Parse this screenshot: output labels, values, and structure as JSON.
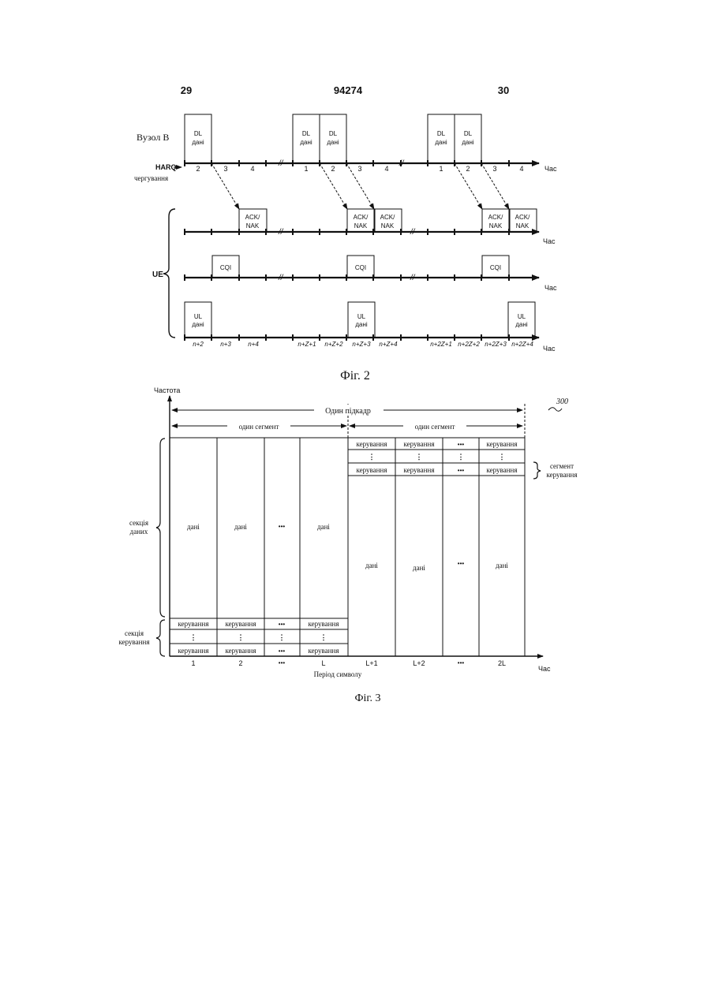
{
  "header": {
    "left_page": "29",
    "patent_no": "94274",
    "right_page": "30"
  },
  "fig2": {
    "node_b_label": "Вузол В",
    "harq_label": "HARQ",
    "interlace_label": "чергування",
    "ue_label": "UE",
    "time_label": "Час",
    "dl_line1": "DL",
    "dl_line2": "дані",
    "ul_line1": "UL",
    "ul_line2": "дані",
    "ack_line1": "ACK/",
    "ack_line2": "NAK",
    "cqi": "CQI",
    "harq_ticks": [
      "2",
      "3",
      "4",
      "1",
      "2",
      "3",
      "4",
      "1",
      "2",
      "3",
      "4"
    ],
    "ue_ticks": [
      "n+2",
      "n+3",
      "n+4",
      "n+Z+1",
      "n+Z+2",
      "n+Z+3",
      "n+Z+4",
      "n+2Z+1",
      "n+2Z+2",
      "n+2Z+3",
      "n+2Z+4"
    ],
    "caption": "Фіг. 2"
  },
  "fig3": {
    "ylabel": "Частота",
    "subframe": "Один підкадр",
    "segment": "один сегмент",
    "ref": "300",
    "data_section": [
      "секція",
      "даних"
    ],
    "control_section": [
      "секція",
      "керування"
    ],
    "control_segment": [
      "сегмент",
      "керування"
    ],
    "cell_control": "керування",
    "cell_data": "дані",
    "ellipsis": "•••",
    "vdots": "⋮",
    "x_ticks": [
      "1",
      "2",
      "•••",
      "L",
      "L+1",
      "L+2",
      "•••",
      "2L"
    ],
    "xlabel": "Період символу",
    "time_label": "Час",
    "caption": "Фіг. 3"
  }
}
